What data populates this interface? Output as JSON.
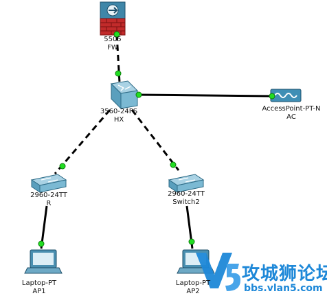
{
  "devices": {
    "firewall": {
      "model": "5505",
      "name": "FW",
      "icon": "firewall-icon"
    },
    "core_switch": {
      "model": "3560-24PS",
      "name": "HX",
      "icon": "multilayer-switch-icon"
    },
    "access_point": {
      "model": "AccessPoint-PT-N",
      "name": "AC",
      "icon": "access-point-icon"
    },
    "switch_r": {
      "model": "2960-24TT",
      "name": "R",
      "icon": "switch-icon"
    },
    "switch2": {
      "model": "2960-24TT",
      "name": "Switch2",
      "icon": "switch-icon"
    },
    "laptop1": {
      "model": "Laptop-PT",
      "name": "AP1",
      "icon": "laptop-icon"
    },
    "laptop2": {
      "model": "Laptop-PT",
      "name": "AP2",
      "icon": "laptop-icon"
    }
  },
  "links": [
    {
      "from": "firewall",
      "to": "core_switch",
      "style": "dashed"
    },
    {
      "from": "core_switch",
      "to": "access_point",
      "style": "solid"
    },
    {
      "from": "core_switch",
      "to": "switch_r",
      "style": "dashed"
    },
    {
      "from": "core_switch",
      "to": "switch2",
      "style": "dashed"
    },
    {
      "from": "switch_r",
      "to": "laptop1",
      "style": "solid"
    },
    {
      "from": "switch2",
      "to": "laptop2",
      "style": "solid"
    }
  ],
  "colors": {
    "link": "#000000",
    "port_up": "#22dd22",
    "watermark": "#1e88d8"
  },
  "watermark": {
    "brand": "攻城狮论坛",
    "url": "bbs.vlan5.com"
  }
}
